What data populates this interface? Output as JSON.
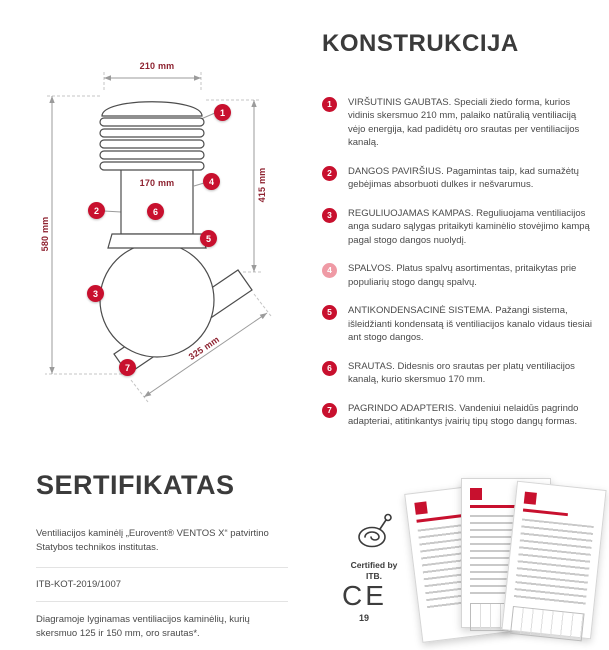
{
  "colors": {
    "accent": "#c8102e",
    "accent_light": "#ef9aa5",
    "dimension_text": "#8e2230",
    "body_text": "#4a4a4a",
    "heading_text": "#3b3b3b"
  },
  "diagram": {
    "dimensions": {
      "top_width": "210 mm",
      "inner_width": "170 mm",
      "right_height": "415 mm",
      "left_height": "580 mm",
      "base_length": "325 mm"
    },
    "markers": [
      "1",
      "2",
      "3",
      "4",
      "5",
      "6",
      "7"
    ]
  },
  "konstrukcija": {
    "title": "KONSTRUKCIJA",
    "items": [
      {
        "num": "1",
        "title": "VIRŠUTINIS GAUBTAS.",
        "text": " Speciali žiedo forma, kurios vidinis skersmuo 210 mm, palaiko natūralią ventiliaciją vėjo energija, kad padidėtų oro srautas per ventiliacijos kanalą."
      },
      {
        "num": "2",
        "title": "DANGOS PAVIRŠIUS.",
        "text": " Pagamintas taip, kad sumažėtų gebėjimas absorbuoti dulkes ir nešvarumus."
      },
      {
        "num": "3",
        "title": "REGULIUOJAMAS KAMPAS.",
        "text": " Reguliuojama ventiliacijos anga sudaro sąlygas pritaikyti kaminėlio stovėjimo kampą pagal stogo dangos nuolydį."
      },
      {
        "num": "4",
        "title": "SPALVOS.",
        "text": " Platus spalvų asortimentas, pritaikytas prie populiarių stogo dangų spalvų."
      },
      {
        "num": "5",
        "title": "ANTIKONDENSACINĖ SISTEMA.",
        "text": " Pažangi sistema, išleidžianti kondensatą iš ventiliacijos kanalo vidaus tiesiai ant stogo dangos."
      },
      {
        "num": "6",
        "title": "SRAUTAS.",
        "text": " Didesnis oro srautas per platų ventiliacijos kanalą, kurio skersmuo 170 mm."
      },
      {
        "num": "7",
        "title": "PAGRINDO ADAPTERIS.",
        "text": " Vandeniui nelaidūs pagrindo adapteriai, atitinkantys įvairių tipų stogo dangų formas."
      }
    ]
  },
  "sertifikatas": {
    "title": "SERTIFIKATAS",
    "paragraph1": "Ventiliacijos kaminėlį „Eurovent® VENTOS X“ patvirtino Statybos technikos institutas.",
    "certificate_code": "ITB-KOT-2019/1007",
    "paragraph2": "Diagramoje lyginamas ventiliacijos kaminėlių, kurių skersmuo 125 ir 150 mm, oro srautas*."
  },
  "certification": {
    "stamp_line1": "Certified by",
    "stamp_line2": "ITB.",
    "ce_mark": "CE",
    "ce_year": "19"
  }
}
